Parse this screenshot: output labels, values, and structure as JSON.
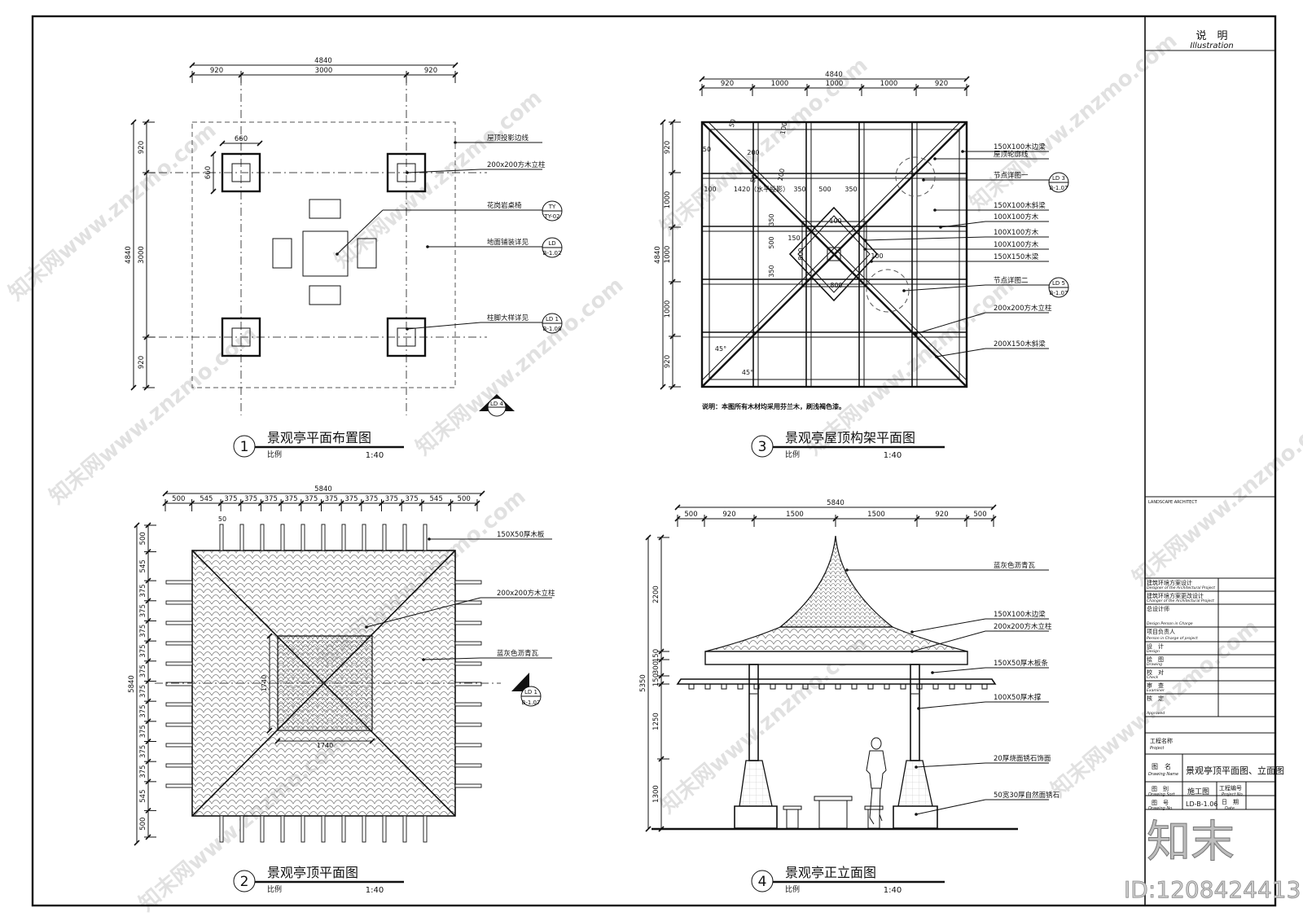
{
  "title_block": {
    "notes_title_cn": "说　明",
    "notes_title_en": "Illustration",
    "company": "LANDSCAPE ARCHITECT",
    "rows": [
      {
        "cn": "建筑环境方案设计",
        "en": "Designer of the Architectural Project"
      },
      {
        "cn": "建筑环境方案更改设计",
        "en": "Changer of the Architectural Project"
      },
      {
        "cn": "总设计师",
        "en": "Design Person in Charge"
      },
      {
        "cn": "项目负责人",
        "en": "Person in Charge of project"
      },
      {
        "cn": "设　计",
        "en": "Design"
      },
      {
        "cn": "绘　图",
        "en": "Drawing"
      },
      {
        "cn": "校　对",
        "en": "Check"
      },
      {
        "cn": "审　查",
        "en": "Examiner"
      },
      {
        "cn": "核　定",
        "en": "Approved"
      }
    ],
    "project_cn": "工程名称",
    "project_en": "Project",
    "drawing_name_cn": "图　名",
    "drawing_name_en": "Drawing Name",
    "drawing_name_value": "景观亭顶平面图、立面图",
    "sort_cn": "图　别",
    "sort_en": "Drawing Sort",
    "sort_value": "施工图",
    "proj_no_cn": "工程编号",
    "proj_no_en": "Project No.",
    "no_cn": "图　号",
    "no_en": "Drawing No.",
    "no_value": "LD-B-1.06",
    "date_cn": "日　期",
    "date_en": "Date",
    "logo": "知末",
    "id_label": "ID:1208424413"
  },
  "views": {
    "v1": {
      "num": "1",
      "title": "景观亭平面布置图",
      "scale_label": "比例",
      "scale": "1:40",
      "dims_top_total": "4840",
      "dims_top": [
        "920",
        "3000",
        "920"
      ],
      "dims_left_total": "4840",
      "dims_left": [
        "920",
        "3000",
        "920"
      ],
      "col_dim_w": "660",
      "col_dim_h": "660",
      "notes": [
        "屋顶投影边线",
        "200x200方木立柱",
        "花岗岩桌椅",
        "地面铺装详见",
        "柱脚大样详见"
      ],
      "refs": [
        {
          "top": "TY",
          "bot": "TY-02"
        },
        {
          "top": "LD",
          "bot": "B-1.02"
        },
        {
          "top": "LD 1",
          "bot": "B-1.08"
        }
      ],
      "sec_mark": "LD 4"
    },
    "v2": {
      "num": "2",
      "title": "景观亭顶平面图",
      "scale_label": "比例",
      "scale": "1:40",
      "dims_top_total": "5840",
      "dims_top": [
        "500",
        "545",
        "375",
        "375",
        "375",
        "375",
        "375",
        "375",
        "375",
        "375",
        "375",
        "375",
        "545",
        "500"
      ],
      "dims_left": [
        "500",
        "545",
        "375",
        "375",
        "375",
        "375",
        "375",
        "375",
        "375",
        "375",
        "375",
        "375",
        "545",
        "500"
      ],
      "dims_left_total": "5840",
      "dim_50": "50",
      "inner_w": "1740",
      "inner_h": "1740",
      "notes": [
        "150X50厚木板",
        "200x200方木立柱",
        "蓝灰色沥青瓦"
      ],
      "sec_ref": {
        "top": "LD 1",
        "bot": "B-1.07"
      }
    },
    "v3": {
      "num": "3",
      "title": "景观亭屋顶构架平面图",
      "scale_label": "比例",
      "scale": "1:40",
      "dims_top_total": "4840",
      "dims_top": [
        "920",
        "1000",
        "1000",
        "1000",
        "920"
      ],
      "dims_left_total": "4840",
      "dims_left": [
        "920",
        "1000",
        "1000",
        "1000",
        "920"
      ],
      "inner_dims": [
        "50",
        "50",
        "100",
        "200",
        "200",
        "50",
        "100",
        "1420（水平投影）",
        "350",
        "500",
        "350",
        "100",
        "350",
        "500",
        "350",
        "150",
        "800",
        "100",
        "800",
        "45°",
        "45°"
      ],
      "notes": [
        "150X100木边梁",
        "屋顶轮廓线",
        "节点详图一",
        "150X100木斜梁",
        "100X100方木",
        "100X100方木",
        "100X100方木",
        "150X150木梁",
        "节点详图二",
        "200x200方木立柱",
        "200X150木斜梁"
      ],
      "refs": [
        {
          "top": "LD 3",
          "bot": "B-1.07"
        },
        {
          "top": "LD 5",
          "bot": "B-1.07"
        }
      ],
      "remark": "说明：本图所有木材均采用芬兰木，刷浅褐色漆。"
    },
    "v4": {
      "num": "4",
      "title": "景观亭正立面图",
      "scale_label": "比例",
      "scale": "1:40",
      "dims_top_total": "5840",
      "dims_top": [
        "500",
        "920",
        "1500",
        "1500",
        "920",
        "500"
      ],
      "dims_left_total": "5350",
      "dims_left": [
        "2200",
        "150",
        "300",
        "150",
        "1250",
        "1300"
      ],
      "notes": [
        "蓝灰色沥青瓦",
        "150X100木边梁",
        "200x200方木立柱",
        "150X50厚木板条",
        "100X50厚木撑",
        "20厚烧面锈石饰面",
        "50宽30厚自然面锈石"
      ]
    }
  },
  "watermark": "知末网www.znzmo.com"
}
